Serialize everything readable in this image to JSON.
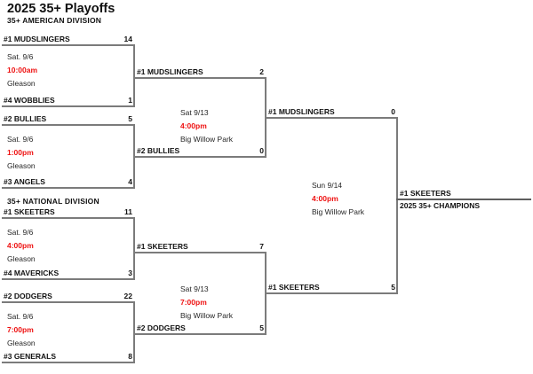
{
  "title": "2025 35+ Playoffs",
  "colors": {
    "time_red": "#ee1111",
    "bracket_line": "#7b7b7b"
  },
  "american": {
    "label": "35+ AMERICAN DIVISION",
    "games": [
      {
        "team1": "#1 MUDSLINGERS",
        "score1": "14",
        "team2": "#4 WOBBLIES",
        "score2": "1",
        "date": "Sat. 9/6",
        "time": "10:00am",
        "venue": "Gleason"
      },
      {
        "team1": "#2 BULLIES",
        "score1": "5",
        "team2": "#3 ANGELS",
        "score2": "4",
        "date": "Sat. 9/6",
        "time": "1:00pm",
        "venue": "Gleason"
      }
    ],
    "semifinal": {
      "team1": "#1 MUDSLINGERS",
      "score1": "2",
      "team2": "#2 BULLIES",
      "score2": "0",
      "date": "Sat 9/13",
      "time": "4:00pm",
      "venue": "Big Willow Park"
    }
  },
  "national": {
    "label": "35+ NATIONAL DIVISION",
    "games": [
      {
        "team1": "#1 SKEETERS",
        "score1": "11",
        "team2": "#4 MAVERICKS",
        "score2": "3",
        "date": "Sat. 9/6",
        "time": "4:00pm",
        "venue": "Gleason"
      },
      {
        "team1": "#2 DODGERS",
        "score1": "22",
        "team2": "#3 GENERALS",
        "score2": "8",
        "date": "Sat. 9/6",
        "time": "7:00pm",
        "venue": "Gleason"
      }
    ],
    "semifinal": {
      "team1": "#1 SKEETERS",
      "score1": "7",
      "team2": "#2 DODGERS",
      "score2": "5",
      "date": "Sat 9/13",
      "time": "7:00pm",
      "venue": "Big Willow Park"
    }
  },
  "final": {
    "team1": "#1 MUDSLINGERS",
    "score1": "0",
    "team2": "#1 SKEETERS",
    "score2": "5",
    "date": "Sun 9/14",
    "time": "4:00pm",
    "venue": "Big Willow Park"
  },
  "champion": {
    "team": "#1 SKEETERS",
    "caption": "2025 35+ CHAMPIONS"
  }
}
